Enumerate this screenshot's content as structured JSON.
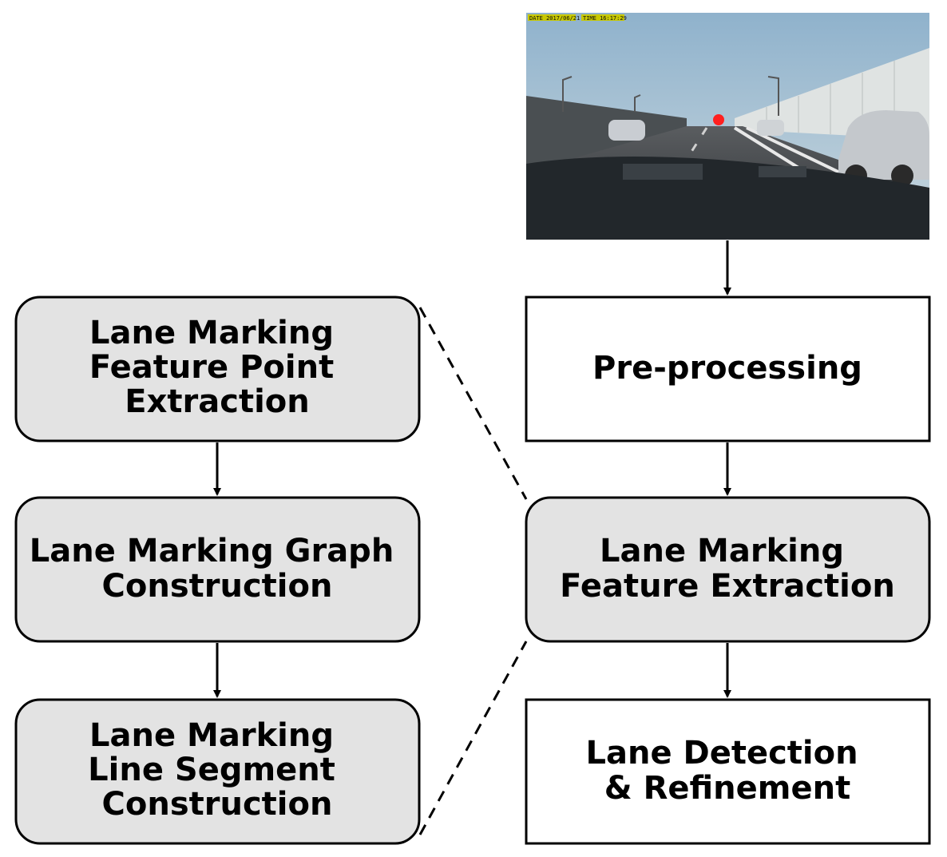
{
  "pipeline": [
    {
      "id": "preprocessing",
      "lines": [
        "Pre-processing"
      ]
    },
    {
      "id": "feature-extraction",
      "lines": [
        "Lane Marking",
        "Feature Extraction"
      ]
    },
    {
      "id": "detection",
      "lines": [
        "Lane Detection",
        "& Refinement"
      ]
    }
  ],
  "detail": [
    {
      "id": "point-extraction",
      "lines": [
        "Lane Marking",
        "Feature Point",
        "Extraction"
      ]
    },
    {
      "id": "graph-construction",
      "lines": [
        "Lane Marking Graph",
        "Construction"
      ]
    },
    {
      "id": "segment-construction",
      "lines": [
        "Lane Marking",
        "Line Segment",
        "Construction"
      ]
    }
  ],
  "camera_image": {
    "timestamp_date": "DATE 2017/06/21",
    "timestamp_time": "TIME 16:17:29",
    "colors": {
      "sky": "#a9c3d6",
      "road": "#3b3e42",
      "hood": "#1e2328",
      "marker": "#ff2020"
    }
  }
}
